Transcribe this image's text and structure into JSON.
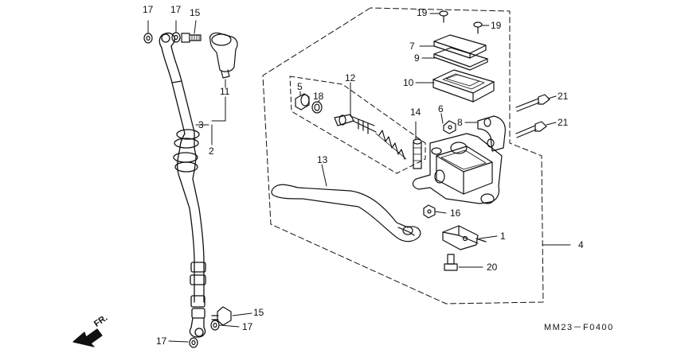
{
  "diagram": {
    "code": "MM23－F0400",
    "direction_label": "FR.",
    "callouts": [
      {
        "id": "c17a",
        "text": "17"
      },
      {
        "id": "c17b",
        "text": "17"
      },
      {
        "id": "c15a",
        "text": "15"
      },
      {
        "id": "c11",
        "text": "11"
      },
      {
        "id": "c3",
        "text": "3"
      },
      {
        "id": "c2",
        "text": "2"
      },
      {
        "id": "c15b",
        "text": "15"
      },
      {
        "id": "c17c",
        "text": "17"
      },
      {
        "id": "c17d",
        "text": "17"
      },
      {
        "id": "c19a",
        "text": "19"
      },
      {
        "id": "c19b",
        "text": "19"
      },
      {
        "id": "c7",
        "text": "7"
      },
      {
        "id": "c9",
        "text": "9"
      },
      {
        "id": "c10",
        "text": "10"
      },
      {
        "id": "c5",
        "text": "5"
      },
      {
        "id": "c18",
        "text": "18"
      },
      {
        "id": "c12",
        "text": "12"
      },
      {
        "id": "c14",
        "text": "14"
      },
      {
        "id": "c6",
        "text": "6"
      },
      {
        "id": "c8",
        "text": "8"
      },
      {
        "id": "c21a",
        "text": "21"
      },
      {
        "id": "c21b",
        "text": "21"
      },
      {
        "id": "c13",
        "text": "13"
      },
      {
        "id": "c16",
        "text": "16"
      },
      {
        "id": "c1",
        "text": "1"
      },
      {
        "id": "c4",
        "text": "4"
      },
      {
        "id": "c20",
        "text": "20"
      }
    ]
  }
}
